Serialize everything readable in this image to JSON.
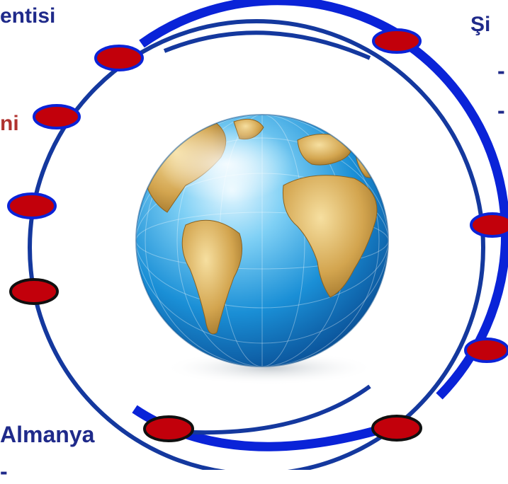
{
  "labels": {
    "top_left": "entisi",
    "middle_left": "ni",
    "top_right": "Şi",
    "top_right_dash_1": "-",
    "top_right_dash_2": "-",
    "bottom_left": "Almanya",
    "bottom_left_cut": "-"
  },
  "colors": {
    "orbit_blue": "#0a23d8",
    "orbit_dark_blue": "#14389e",
    "node_red": "#c2000b",
    "node_border": "#101010",
    "label_blue": "#1f2a8a",
    "label_red": "#b0322e"
  },
  "nodes": [
    {
      "id": "node-top-left"
    },
    {
      "id": "node-top-right"
    },
    {
      "id": "node-left-1"
    },
    {
      "id": "node-left-2"
    },
    {
      "id": "node-left-3"
    },
    {
      "id": "node-right-1"
    },
    {
      "id": "node-right-2"
    },
    {
      "id": "node-bottom-left"
    },
    {
      "id": "node-bottom-right"
    }
  ]
}
